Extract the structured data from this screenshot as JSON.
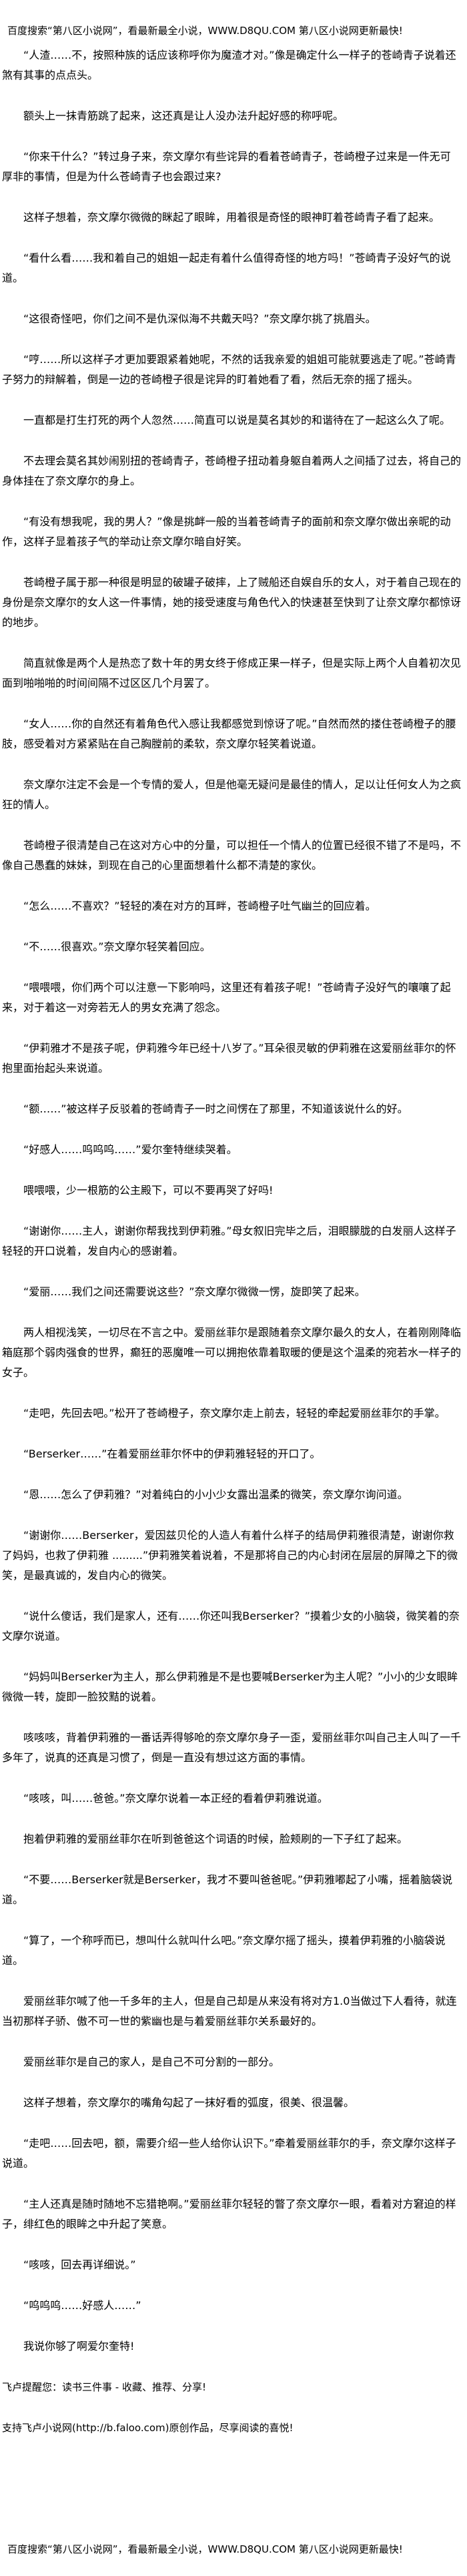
{
  "banner": "百度搜索“第八区小说网”，看最新最全小说，WWW.D8QU.COM   第八区小说网更新最快!",
  "body": {
    "paragraphs": [
      "“人渣……不，按照种族的话应该称呼你为魔渣才对。”像是确定什么一样子的苍崎青子说着还煞有其事的点点头。",
      "额头上一抹青筋跳了起来，这还真是让人没办法升起好感的称呼呢。",
      "“你来干什么？”转过身子来，奈文摩尔有些诧异的看着苍崎青子，苍崎橙子过来是一件无可厚非的事情，但是为什么苍崎青子也会跟过来?",
      "这样子想着，奈文摩尔微微的眯起了眼眸，用着很是奇怪的眼神盯着苍崎青子看了起来。",
      "“看什么看……我和着自己的姐姐一起走有着什么值得奇怪的地方吗！”苍崎青子没好气的说道。",
      "“这很奇怪吧，你们之间不是仇深似海不共戴天吗？”奈文摩尔挑了挑眉头。",
      "“哼……所以这样子才更加要跟紧着她呢，不然的话我亲爱的姐姐可能就要逃走了呢。”苍崎青子努力的辩解着，倒是一边的苍崎橙子很是诧异的盯着她看了看，然后无奈的摇了摇头。",
      "一直都是打生打死的两个人忽然……简直可以说是莫名其妙的和谐待在了一起这么久了呢。",
      "不去理会莫名其妙闹别扭的苍崎青子，苍崎橙子扭动着身躯自着两人之间插了过去，将自己的身体挂在了奈文摩尔的身上。",
      "“有没有想我呢，我的男人？”像是挑衅一般的当着苍崎青子的面前和奈文摩尔做出亲昵的动作，这样子显着孩子气的举动让奈文摩尔暗自好笑。",
      "苍崎橙子属于那一种很是明显的破罐子破摔，上了贼船还自娱自乐的女人，对于着自己现在的身份是奈文摩尔的女人这一件事情，她的接受速度与角色代入的快速甚至快到了让奈文摩尔都惊讶的地步。",
      "简直就像是两个人是热恋了数十年的男女终于修成正果一样子，但是实际上两个人自着初次见面到啪啪啪的时间间隔不过区区几个月罢了。",
      "“女人……你的自然还有着角色代入感让我都感觉到惊讶了呢。”自然而然的搂住苍崎橙子的腰肢，感受着对方紧紧贴在自己胸膛前的柔软，奈文摩尔轻笑着说道。",
      "奈文摩尔注定不会是一个专情的爱人，但是他毫无疑问是最佳的情人，足以让任何女人为之疯狂的情人。",
      "苍崎橙子很清楚自己在这对方心中的分量，可以担任一个情人的位置已经很不错了不是吗，不像自己愚蠢的妹妹，到现在自己的心里面想着什么都不清楚的家伙。",
      "“怎么……不喜欢？”轻轻的凑在对方的耳畔，苍崎橙子吐气幽兰的回应着。",
      "“不……很喜欢。”奈文摩尔轻笑着回应。",
      "“喂喂喂，你们两个可以注意一下影响吗，这里还有着孩子呢！”苍崎青子没好气的嚷嚷了起来，对于着这一对旁若无人的男女充满了怨念。",
      "“伊莉雅才不是孩子呢，伊莉雅今年已经十八岁了。”耳朵很灵敏的伊莉雅在这爱丽丝菲尔的怀抱里面抬起头来说道。",
      "“额……”被这样子反驳着的苍崎青子一时之间愣在了那里，不知道该说什么的好。",
      "“好感人……呜呜呜……”爱尔奎特继续哭着。",
      "喂喂喂，少一根筋的公主殿下，可以不要再哭了好吗!",
      "“谢谢你……主人，谢谢你帮我找到伊莉雅。”母女叙旧完毕之后，泪眼朦胧的白发丽人这样子轻轻的开口说着，发自内心的感谢着。",
      "“爱丽……我们之间还需要说这些？”奈文摩尔微微一愣，旋即笑了起来。",
      "两人相视浅笑，一切尽在不言之中。爱丽丝菲尔是跟随着奈文摩尔最久的女人，在着刚刚降临箱庭那个弱肉强食的世界，癫狂的恶魔唯一可以拥抱依靠着取暖的便是这个温柔的宛若水一样子的女子。",
      "“走吧，先回去吧。”松开了苍崎橙子，奈文摩尔走上前去，轻轻的牵起爱丽丝菲尔的手掌。",
      "“Berserker……”在着爱丽丝菲尔怀中的伊莉雅轻轻的开口了。",
      "“恩……怎么了伊莉雅？”对着纯白的小小少女露出温柔的微笑，奈文摩尔询问道。",
      "“谢谢你……Berserker，爱因兹贝伦的人造人有着什么样子的结局伊莉雅很清楚，谢谢你救了妈妈，也救了伊莉雅 .........”伊莉雅笑着说着，不是那将自己的内心封闭在层层的屏障之下的微笑，是最真诚的，发自内心的微笑。",
      "“说什么傻话，我们是家人，还有……你还叫我Berserker？”摸着少女的小脑袋，微笑着的奈文摩尔说道。",
      "“妈妈叫Berserker为主人，那么伊莉雅是不是也要喊Berserker为主人呢？”小小的少女眼眸微微一转，旋即一脸狡黠的说着。",
      "咳咳咳，背着伊莉雅的一番话弄得够呛的奈文摩尔身子一歪，爱丽丝菲尔叫自己主人叫了一千多年了，说真的还真是习惯了，倒是一直没有想过这方面的事情。",
      "“咳咳，叫……爸爸。”奈文摩尔说着一本正经的看着伊莉雅说道。",
      "抱着伊莉雅的爱丽丝菲尔在听到爸爸这个词语的时候，脸颊刷的一下子红了起来。",
      "“不要……Berserker就是Berserker，我才不要叫爸爸呢。”伊莉雅嘟起了小嘴，摇着脑袋说道。",
      "“算了，一个称呼而已，想叫什么就叫什么吧。”奈文摩尔摇了摇头，摸着伊莉雅的小脑袋说道。",
      "爱丽丝菲尔喊了他一千多年的主人，但是自己却是从来没有将对方1.0当做过下人看待，就连当初那样子骄、傲不可一世的紫幽也是与着爱丽丝菲尔关系最好的。",
      "爱丽丝菲尔是自己的家人，是自己不可分割的一部分。",
      "这样子想着，奈文摩尔的嘴角勾起了一抹好看的弧度，很美、很温馨。",
      "“走吧……回去吧，额，需要介绍一些人给你认识下。”牵着爱丽丝菲尔的手，奈文摩尔这样子说道。",
      "“主人还真是随时随地不忘猎艳啊。”爱丽丝菲尔轻轻的瞥了奈文摩尔一眼，看着对方窘迫的样子，绯红色的眼眸之中升起了笑意。",
      "“咳咳，回去再详细说。”",
      "“呜呜呜……好感人……”",
      "我说你够了啊爱尔奎特!"
    ]
  },
  "footer": {
    "reminder": "飞卢提醒您：读书三件事 - 收藏、推荐、分享!",
    "support": "支持飞卢小说网(http://b.faloo.com)原创作品，尽享阅读的喜悦!"
  }
}
